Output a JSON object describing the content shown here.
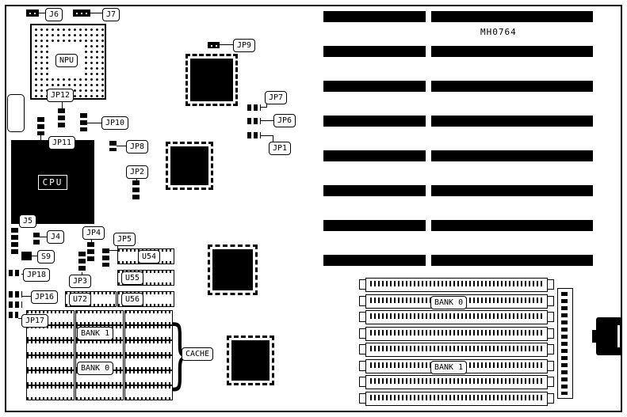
{
  "board": {
    "model_code": "MH0764",
    "chips": {
      "cpu": "CPU",
      "npu": "NPU"
    },
    "cache": {
      "label": "CACHE",
      "bank0": "BANK 0",
      "bank1": "BANK 1"
    },
    "memory": {
      "bank0": "BANK 0",
      "bank1": "BANK 1"
    },
    "jumpers": {
      "j4": "J4",
      "j5": "J5",
      "j6": "J6",
      "j7": "J7",
      "jp1": "JP1",
      "jp2": "JP2",
      "jp3": "JP3",
      "jp4": "JP4",
      "jp5": "JP5",
      "jp6": "JP6",
      "jp7": "JP7",
      "jp8": "JP8",
      "jp9": "JP9",
      "jp10": "JP10",
      "jp11": "JP11",
      "jp12": "JP12",
      "jp16": "JP16",
      "jp17": "JP17",
      "jp18": "JP18",
      "s9": "S9"
    },
    "ics": {
      "u54": "U54",
      "u55": "U55",
      "u56": "U56",
      "u72": "U72"
    }
  }
}
